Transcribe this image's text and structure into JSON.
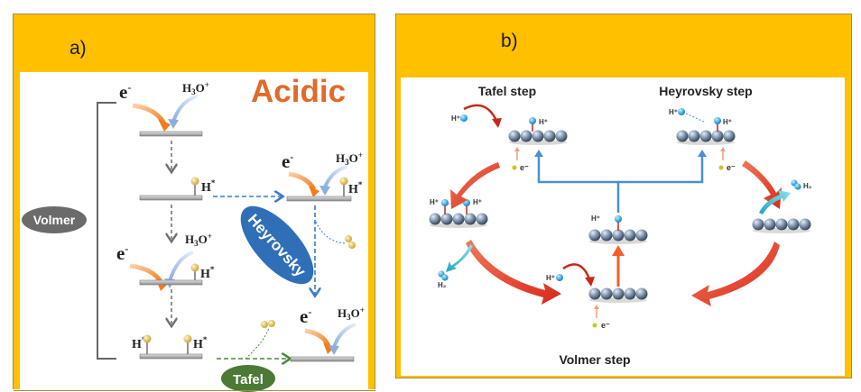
{
  "panel_a": {
    "label": "a)",
    "title": "Acidic",
    "electron": "e",
    "electron_sup": "-",
    "hydronium_h": "H",
    "hydronium_sub": "3",
    "hydronium_o": "O",
    "hydronium_sup": "+",
    "h_star": "H",
    "star": "*",
    "volmer_label": "Volmer",
    "heyrovsky_label": "Heyrovsky",
    "tafel_label": "Tafel",
    "colors": {
      "title": "#e06a2a",
      "volmer_pill": "#6b6b6b",
      "heyrovsky_pill": "#2f6fb8",
      "tafel_pill": "#4a7a34",
      "electron_arrow": "#f08a2a",
      "hydronium_arrow": "#9ab8e6",
      "heyrovsky_path": "#3a7cc8",
      "tafel_path": "#4a8a3a"
    }
  },
  "panel_b": {
    "label": "b)",
    "tafel_step": "Tafel step",
    "heyrovsky_step": "Heyrovsky step",
    "volmer_step": "Volmer step",
    "h_plus": "H⁺",
    "electron": "e⁻",
    "h2": "H₂",
    "colors": {
      "cycle_arrow": "#e03a2a",
      "branch_line": "#4a8fd8",
      "up_arrow": "#f0602a",
      "h_atom": "#1aa0e0",
      "h2_arrow": "#2ab4c8"
    }
  },
  "page": {
    "frame_color": "#ffc000"
  }
}
